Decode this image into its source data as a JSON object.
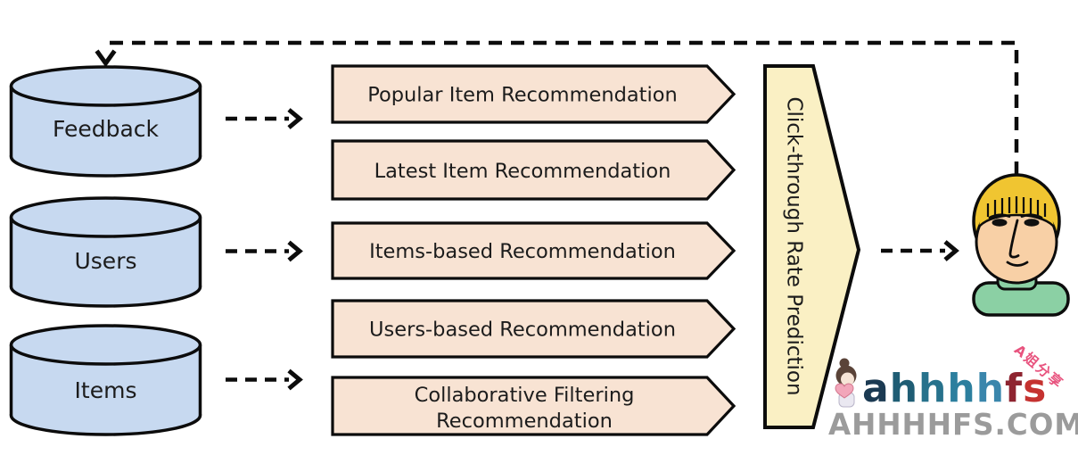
{
  "theme": {
    "bg": "#ffffff",
    "outline": "#0c0c0c",
    "text-color": "#1c1c1c",
    "database-fill": "#c7d9f0",
    "recommender-fill": "#f8e3d3",
    "output-fill": "#faf0c4",
    "hair": "#f0c531",
    "skin": "#f8d0a6",
    "sweater": "#8bd0a4",
    "mascot-hair": "#5a4338",
    "mascot-skin": "#f6e4d6",
    "mascot-heart": "#f2a6ba",
    "mascot-body": "#eae8f1",
    "domain-gray": "#9b9b9b",
    "tagline-pink": "#e8537e"
  },
  "diagram": {
    "databases": [
      {
        "label": "Feedback"
      },
      {
        "label": "Users"
      },
      {
        "label": "Items"
      }
    ],
    "recommenders": [
      {
        "label": "Popular Item Recommendation"
      },
      {
        "label": "Latest Item Recommendation"
      },
      {
        "label": "Items-based Recommendation"
      },
      {
        "label": "Users-based Recommendation"
      },
      {
        "line1": "Collaborative Filtering",
        "line2": "Recommendation"
      }
    ],
    "output": {
      "label": "Click-through Rate Prediction"
    },
    "icons": {
      "user": "user-avatar-icon",
      "database": "database-cylinder-icon"
    }
  },
  "watermark": {
    "logo_letters": [
      {
        "ch": "a",
        "color": "#1b3a52"
      },
      {
        "ch": "h",
        "color": "#1f5d74"
      },
      {
        "ch": "h",
        "color": "#27728c"
      },
      {
        "ch": "h",
        "color": "#2c7f9e"
      },
      {
        "ch": "h",
        "color": "#3a86ac"
      },
      {
        "ch": "f",
        "color": "#8e2430"
      },
      {
        "ch": "s",
        "color": "#c53230"
      }
    ],
    "tagline": "A姐分享",
    "domain": "AHHHHFS.COM"
  }
}
